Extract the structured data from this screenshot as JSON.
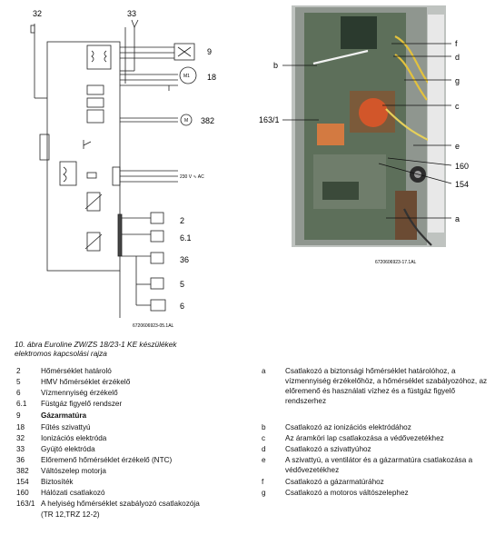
{
  "schematic": {
    "labels": {
      "l32": "32",
      "l33": "33",
      "l9": "9",
      "l18": "18",
      "l382": "382",
      "l2": "2",
      "l61": "6.1",
      "l36": "36",
      "l5": "5",
      "l6": "6",
      "m1": "M1",
      "m": "M",
      "voltage": "230 V ∿ AC",
      "code": "6720606923-05.1AL"
    }
  },
  "photo": {
    "labels": {
      "b": "b",
      "c1631": "163/1",
      "f": "f",
      "d": "d",
      "g": "g",
      "c": "c",
      "e": "e",
      "l160": "160",
      "l154": "154",
      "a": "a",
      "code": "6720606923-17.1AL"
    }
  },
  "caption": {
    "line1": "10. ábra Euroline ZW/ZS 18/23-1 KE készülékek",
    "line2": "elektromos kapcsolási rajza"
  },
  "legend_left": [
    {
      "num": "2",
      "text": "Hőmérséklet határoló"
    },
    {
      "num": "5",
      "text": "HMV hőmérséklet érzékelő"
    },
    {
      "num": "6",
      "text": "Vízmennyiség érzékelő"
    },
    {
      "num": "6.1",
      "text": "Füstgáz figyelő rendszer"
    },
    {
      "num": "9",
      "text": "Gázarmatúra"
    },
    {
      "num": "18",
      "text": "Fűtés szivattyú"
    },
    {
      "num": "32",
      "text": "Ionizációs elektróda"
    },
    {
      "num": "33",
      "text": "Gyújtó elektróda"
    },
    {
      "num": "36",
      "text": "Előremenő hőmérséklet érzékelő (NTC)"
    },
    {
      "num": "382",
      "text": "Váltószelep motorja"
    },
    {
      "num": "154",
      "text": "Biztosíték"
    },
    {
      "num": "160",
      "text": "Hálózati csatlakozó"
    },
    {
      "num": "163/1",
      "text": "A helyiség hőmérséklet szabályozó csatlakozója"
    },
    {
      "num": "",
      "text": "(TR 12,TRZ 12-2)"
    }
  ],
  "legend_right": [
    {
      "num": "a",
      "text": "Csatlakozó a biztonsági hőmérséklet határolóhoz, a vízmennyiség érzékelőhöz, a hőmérséklet szabályozóhoz, az előremenő és használati vízhez és a füstgáz figyelő rendszerhez"
    },
    {
      "num": "b",
      "text": "Csatlakozó az ionizációs elektródához"
    },
    {
      "num": "c",
      "text": "Az áramköri lap csatlakozása a védővezetékhez"
    },
    {
      "num": "d",
      "text": "Csatlakozó a szivattyúhoz"
    },
    {
      "num": "e",
      "text": "A szivattyú, a ventilátor és a gázarmatúra csatlakozása a védővezetékhez"
    },
    {
      "num": "f",
      "text": "Csatlakozó a gázarmatúrához"
    },
    {
      "num": "g",
      "text": "Csatlakozó a motoros váltószelephez"
    }
  ]
}
